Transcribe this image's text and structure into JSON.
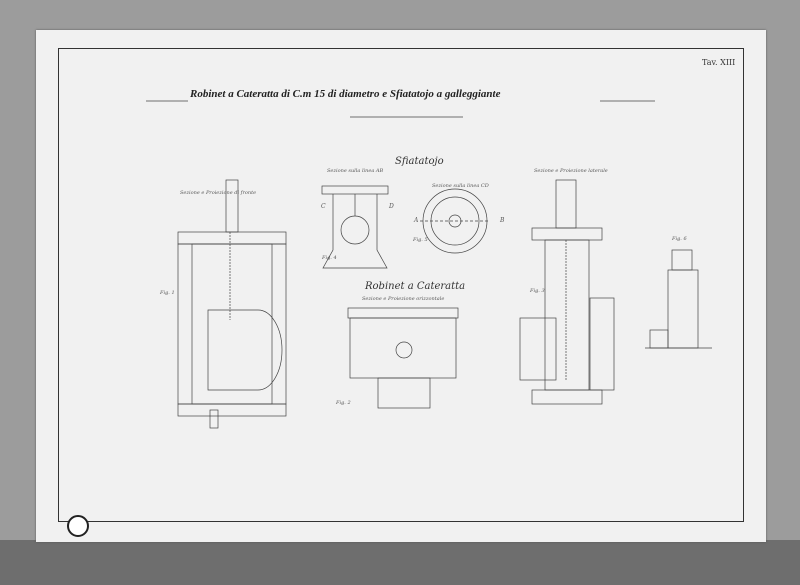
{
  "plate_number": "Tav. XIII",
  "title": "Robinet a Cateratta di C.m 15 di diametro e Sfiatatojo a galleggiante",
  "sections": {
    "sfiatatojo": "Sfiatatojo",
    "robinet": "Robinet a Cateratta",
    "robinet_sub": "Sezione e Proiezione orizzontale"
  },
  "labels": {
    "front": "Sezione e Proiezione di fronte",
    "ab": "Sezione sulla linea AB",
    "cd": "Sezione sulla linea CD",
    "side": "Sezione e Proiezione laterale"
  },
  "figures": [
    "Fig. 1",
    "Fig. 2",
    "Fig. 3",
    "Fig. 4",
    "Fig. 5",
    "Fig. 6"
  ],
  "letters": [
    "A",
    "B",
    "C",
    "D"
  ]
}
